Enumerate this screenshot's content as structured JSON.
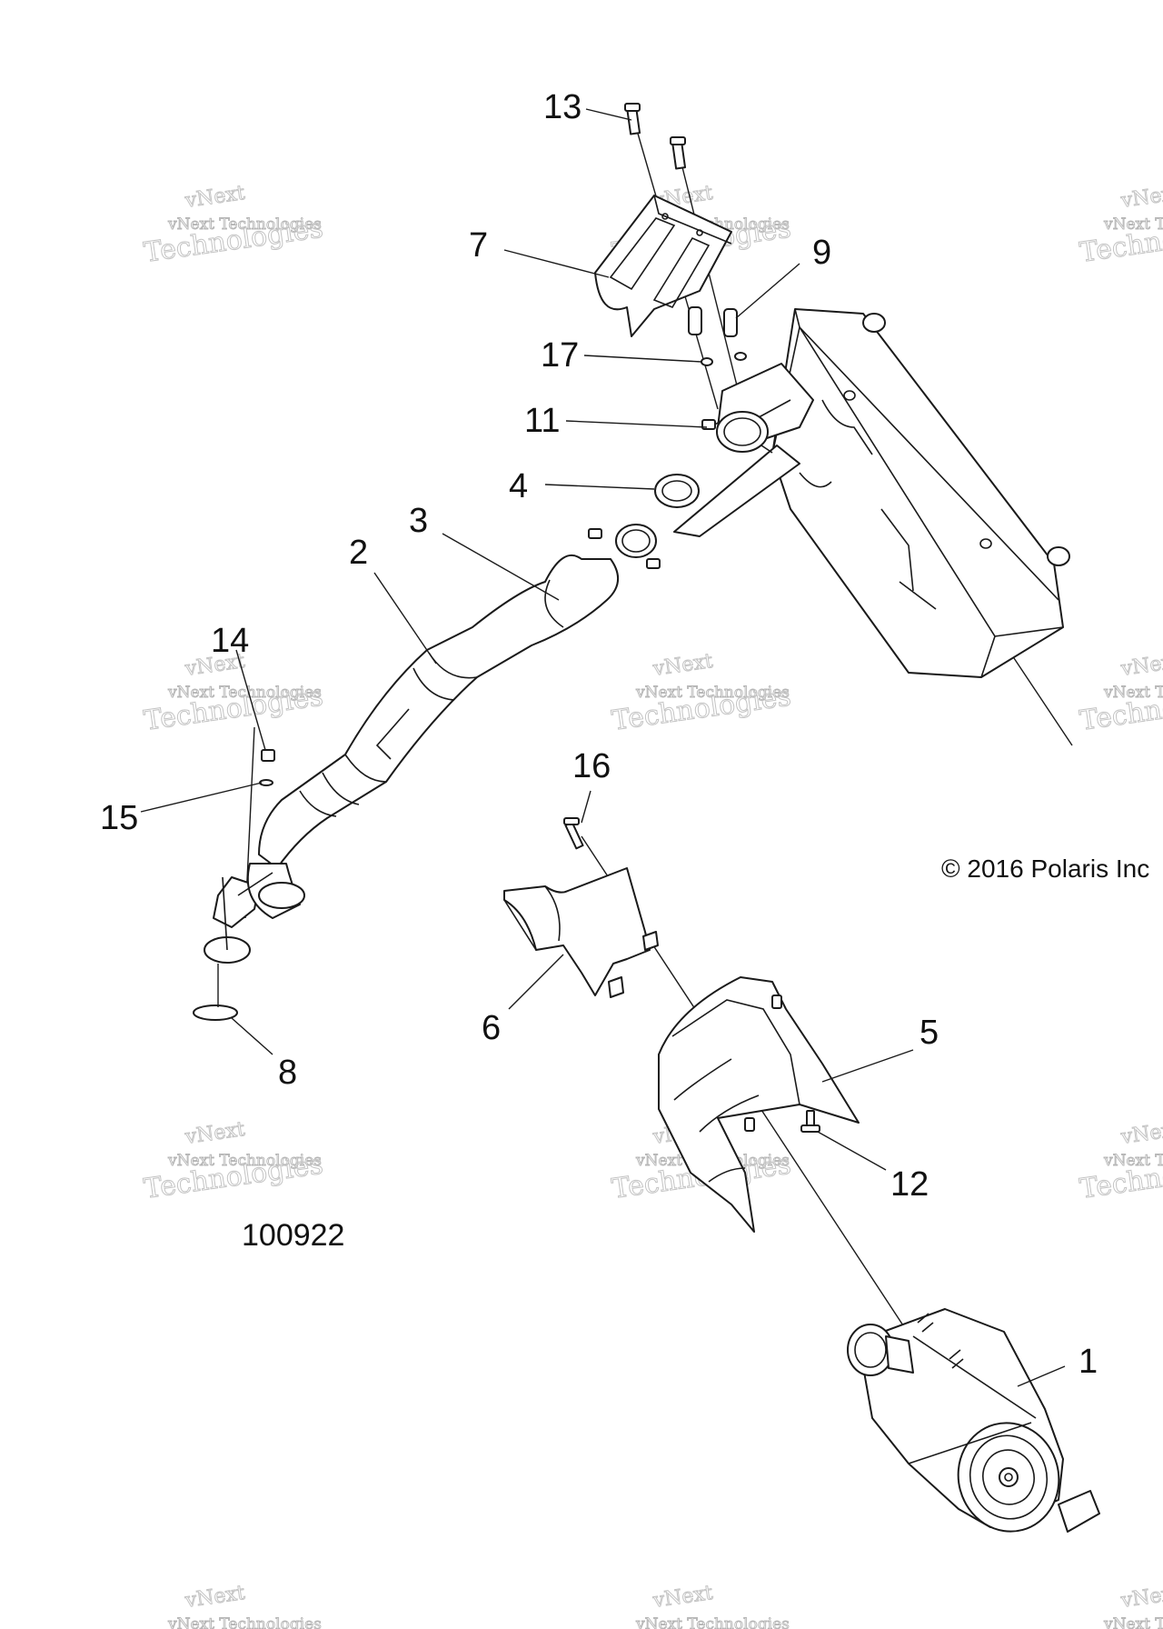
{
  "diagram": {
    "document_number": "100922",
    "copyright": "© 2016 Polaris Inc",
    "watermark": {
      "line1": "vNext Technologies",
      "line2": "Technologies",
      "line0": "vNext"
    },
    "callouts": [
      {
        "id": "1",
        "label": "1"
      },
      {
        "id": "2",
        "label": "2"
      },
      {
        "id": "3",
        "label": "3"
      },
      {
        "id": "4",
        "label": "4"
      },
      {
        "id": "5",
        "label": "5"
      },
      {
        "id": "6",
        "label": "6"
      },
      {
        "id": "7",
        "label": "7"
      },
      {
        "id": "8",
        "label": "8"
      },
      {
        "id": "9",
        "label": "9"
      },
      {
        "id": "11",
        "label": "11"
      },
      {
        "id": "12",
        "label": "12"
      },
      {
        "id": "13",
        "label": "13"
      },
      {
        "id": "14",
        "label": "14"
      },
      {
        "id": "15",
        "label": "15"
      },
      {
        "id": "16",
        "label": "16"
      },
      {
        "id": "17",
        "label": "17"
      }
    ]
  }
}
